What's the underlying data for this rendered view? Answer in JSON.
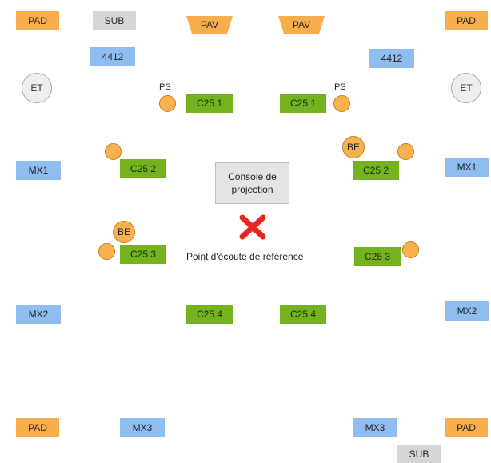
{
  "pad": "PAD",
  "sub": "SUB",
  "pav": "PAV",
  "speaker_4412": "4412",
  "et": "ET",
  "ps": "PS",
  "be": "BE",
  "mx1": "MX1",
  "mx2": "MX2",
  "mx3": "MX3",
  "c25_1": "C25 1",
  "c25_2": "C25 2",
  "c25_3": "C25 3",
  "c25_4": "C25 4",
  "console": {
    "line1": "Console de",
    "line2": "projection"
  },
  "reference_point": "Point d'écoute de référence",
  "colors": {
    "orange": "#f7ad4b",
    "grey": "#d6d6d6",
    "blue": "#8fbdf2",
    "green": "#74b21f",
    "cross": "#e8251f"
  }
}
